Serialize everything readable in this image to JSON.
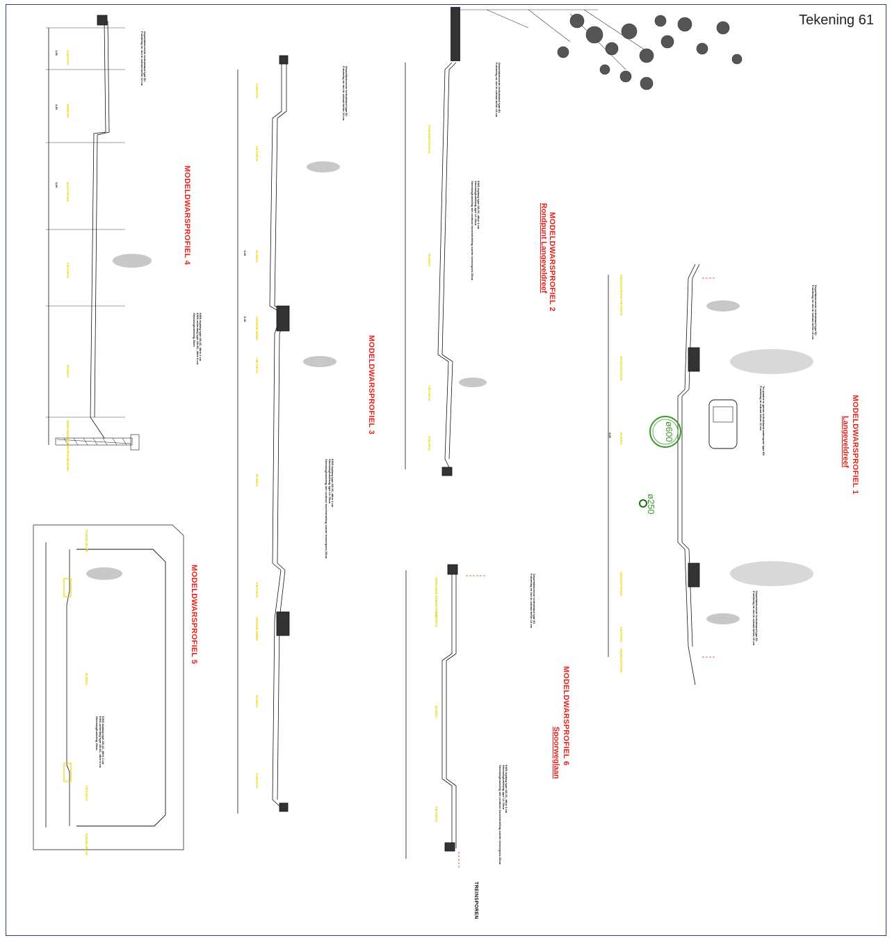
{
  "sheet": {
    "title": "Tekening 61"
  },
  "colors": {
    "frame": "#2a3f7a",
    "title_red": "#e8201a",
    "fill_yellow": "#e8d800",
    "pipe_green": "#3c9a2a",
    "line": "#111111",
    "person_grey": "#c8c8c8"
  },
  "profiles": [
    {
      "key": "p4",
      "title": "MODELDWARSPROFIEL  4",
      "subtitle": ""
    },
    {
      "key": "p3",
      "title": "MODELDWARSPROFIEL  3",
      "subtitle": ""
    },
    {
      "key": "p2",
      "title": "MODELDWARSPROFIEL  2",
      "subtitle": "Rondpunt  Langeveldreef"
    },
    {
      "key": "p1",
      "title": "MODELDWARSPROFIEL  1",
      "subtitle": "Langeveldreef"
    },
    {
      "key": "p5",
      "title": "MODELDWARSPROFIEL  5",
      "subtitle": ""
    },
    {
      "key": "p6",
      "title": "MODELDWARSPROFIEL  6",
      "subtitle": "Spoorweglaan"
    }
  ],
  "labels": {
    "p4": [
      "VOETPAD",
      "PERRON",
      "BUSSTROOK",
      "FIETSPAD",
      "RIJWEG",
      "VERHARDE BERMSTROOK",
      "TUNNEL"
    ],
    "p3": [
      "VOETPAD",
      "FIETSPAD",
      "RIJWEG",
      "GROENE BERM",
      "FIETSPAD",
      "RIJWEG",
      "FIETSPAD",
      "GROENE BERM",
      "RIJWEG",
      "VOETPAD"
    ],
    "p2": [
      "PARKEERSTROOK",
      "RIJWEG",
      "FIETSPAD",
      "VOETPAD"
    ],
    "p1": [
      "GROENSTROOK",
      "FIETSPAD",
      "GROENSTROOK",
      "RIJWEG",
      "GROENSTROOK",
      "FIETSPAD",
      "GROENSTROOK"
    ],
    "p5": [
      "TUNNELMUUR",
      "RIJWEG",
      "FIETSPAD",
      "TUNNELMUUR"
    ],
    "p6": [
      "VERHARDE BERMSTROOK",
      "FIETSPAD",
      "RIJWEG",
      "FIETSPAD",
      "TREINSPOREN"
    ]
  },
  "pipes": {
    "large": "ø600",
    "small": "ø250"
  },
  "dims": {
    "d1": "1,50",
    "d2": "2,50",
    "d3": "3,00",
    "d4": "0,45",
    "d5": "3,25"
  },
  "notes": {
    "n1": "Geprefabriceerde trottoirband type B1\nFundering en stut in schraal beton 10 cm",
    "n2": "KWS-toplaag type AB-4C, dikte 4 cm\nKWS-onderlaag type AB-6C, dikte 6 cm\nSteenslagfundering 25cm",
    "n3": "Ter plaatse te gieten trottoirband-waterspoel type B0\nFundering in schraal beton 10 cm",
    "n4": "KWS-toplaag type AB-4C, dikte 4 cm\nSteenslagfundering type 1A 15cm\nSteenslagfundering met continue korrelverdeling zonder toevoegsels 25cm"
  }
}
